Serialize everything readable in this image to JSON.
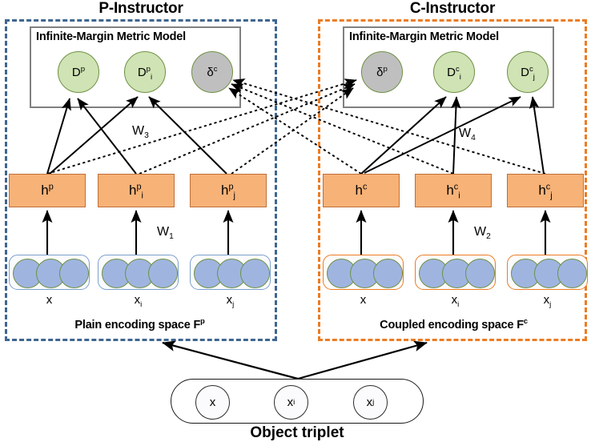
{
  "panels": {
    "left": {
      "title": "P-Instructor",
      "border_color": "#3f6690",
      "inner_model_label": "Infinite-Margin Metric Model",
      "space_label_text": "Plain encoding space F",
      "space_label_sup": "p",
      "nodes": [
        {
          "base": "D",
          "sup": "p",
          "sub": "",
          "fill": "green"
        },
        {
          "base": "D",
          "sup": "p",
          "sub": "i",
          "fill": "green"
        },
        {
          "base": "δ",
          "sup": "c",
          "sub": "",
          "fill": "gray"
        }
      ],
      "hidden": [
        {
          "base": "h",
          "sup": "p",
          "sub": ""
        },
        {
          "base": "h",
          "sup": "p",
          "sub": "i"
        },
        {
          "base": "h",
          "sup": "p",
          "sub": "j"
        }
      ],
      "inputs": [
        {
          "base": "x",
          "sub": ""
        },
        {
          "base": "x",
          "sub": "i"
        },
        {
          "base": "x",
          "sub": "j"
        }
      ],
      "weight_lower": {
        "base": "W",
        "sub": "1"
      },
      "weight_upper": {
        "base": "W",
        "sub": "3"
      }
    },
    "right": {
      "title": "C-Instructor",
      "border_color": "#ec7c23",
      "inner_model_label": "Infinite-Margin Metric Model",
      "space_label_text": "Coupled  encoding space F",
      "space_label_sup": "c",
      "nodes": [
        {
          "base": "δ",
          "sup": "p",
          "sub": "",
          "fill": "gray"
        },
        {
          "base": "D",
          "sup": "c",
          "sub": "i",
          "fill": "green"
        },
        {
          "base": "D",
          "sup": "c",
          "sub": "j",
          "fill": "green"
        }
      ],
      "hidden": [
        {
          "base": "h",
          "sup": "c",
          "sub": ""
        },
        {
          "base": "h",
          "sup": "c",
          "sub": "i"
        },
        {
          "base": "h",
          "sup": "c",
          "sub": "j"
        }
      ],
      "inputs": [
        {
          "base": "x",
          "sub": ""
        },
        {
          "base": "x",
          "sub": "i"
        },
        {
          "base": "x",
          "sub": "j"
        }
      ],
      "weight_lower": {
        "base": "W",
        "sub": "2"
      },
      "weight_upper": {
        "base": "W",
        "sub": "4"
      }
    }
  },
  "bottom": {
    "caption": "Object triplet",
    "nodes": [
      {
        "base": "x",
        "sub": ""
      },
      {
        "base": "x",
        "sub": "i"
      },
      {
        "base": "x",
        "sub": "j"
      }
    ]
  },
  "colors": {
    "p_accent": "#3f6690",
    "c_accent": "#ec7c23",
    "hidden_fill": "#f6b277",
    "node_green_fill": "#cfe3b4",
    "node_green_border": "#6f9144",
    "node_gray_fill": "#bfbfbf",
    "dot_fill": "#9fb5e0",
    "inner_box_border": "#808080"
  }
}
